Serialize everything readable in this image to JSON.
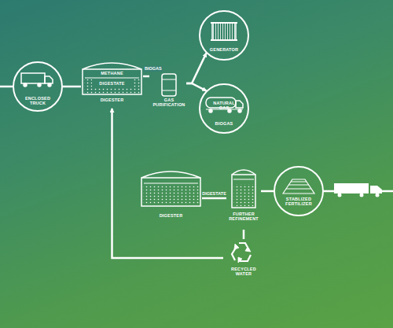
{
  "diagram": {
    "nodes": [
      {
        "text": [
          "ENCLOSED TRUCK"
        ]
      },
      {
        "text": [
          "METHANE",
          "DIGESTATE",
          "DIGESTER"
        ]
      },
      {
        "text": [
          "GAS PURIFICATION"
        ]
      },
      {
        "text": [
          "GENERATOR"
        ]
      },
      {
        "text": [
          "NATURAL GAS",
          "BIOGAS"
        ]
      },
      {
        "text": [
          "DIGESTER"
        ]
      },
      {
        "text": [
          "FURTHER REFINEMENT"
        ]
      },
      {
        "text": [
          "STABLIZED FERTILIZER"
        ]
      },
      {
        "text": [
          "RECYCLED WATER"
        ]
      }
    ],
    "edges": [
      {
        "from": 0,
        "to": 1,
        "arrow": "none"
      },
      {
        "from": 1,
        "to": 2,
        "label": "BIOGAS",
        "arrow": "none"
      },
      {
        "from": 2,
        "to": 3,
        "arrow": "to"
      },
      {
        "from": 2,
        "to": 4,
        "arrow": "to"
      },
      {
        "from": 5,
        "to": 6,
        "label": "DIGESTATE",
        "arrow": "none"
      },
      {
        "from": 6,
        "to": 7,
        "arrow": "none"
      },
      {
        "from": 6,
        "to": 8,
        "arrow": "none"
      },
      {
        "from": 8,
        "to": 1,
        "arrow": "to"
      }
    ]
  }
}
